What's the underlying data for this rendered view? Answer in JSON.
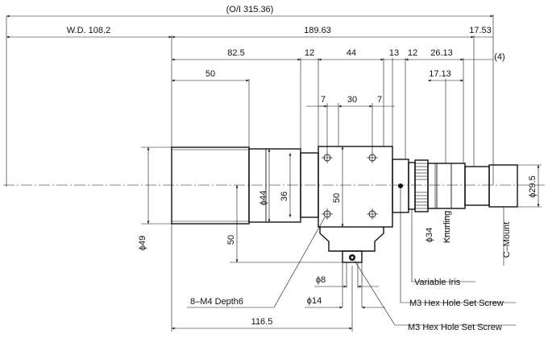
{
  "dimensions": {
    "overall": "(O/I 315.36)",
    "working_distance": "W.D. 108.2",
    "body_length": "189.63",
    "mount_offset": "17.53",
    "front_barrel": "82.5",
    "gap_12a": "12",
    "cube_width": "44",
    "gap_13": "13",
    "gap_12b": "12",
    "rear_26": "26.13",
    "paren_4": "(4)",
    "front_50": "50",
    "hole_7a": "7",
    "hole_30": "30",
    "hole_7b": "7",
    "rear_17": "17.13",
    "dia_49": "ϕ49",
    "dia_44": "ϕ44",
    "h_36": "36",
    "h_50_cube": "50",
    "h_50_lower": "50",
    "dia_34": "ϕ34",
    "dia_29_5": "ϕ29.5",
    "dia_8": "ϕ8",
    "dia_14": "ϕ14",
    "len_116_5": "116.5"
  },
  "callouts": {
    "knurling": "Knurling",
    "c_mount": "C–Mount",
    "variable_iris": "Variable Iris",
    "m3_set_screw_1": "M3 Hex Hole Set Screw",
    "m3_set_screw_2": "M3 Hex Hole Set Screw",
    "m4_holes": "8–M4 Depth6"
  }
}
